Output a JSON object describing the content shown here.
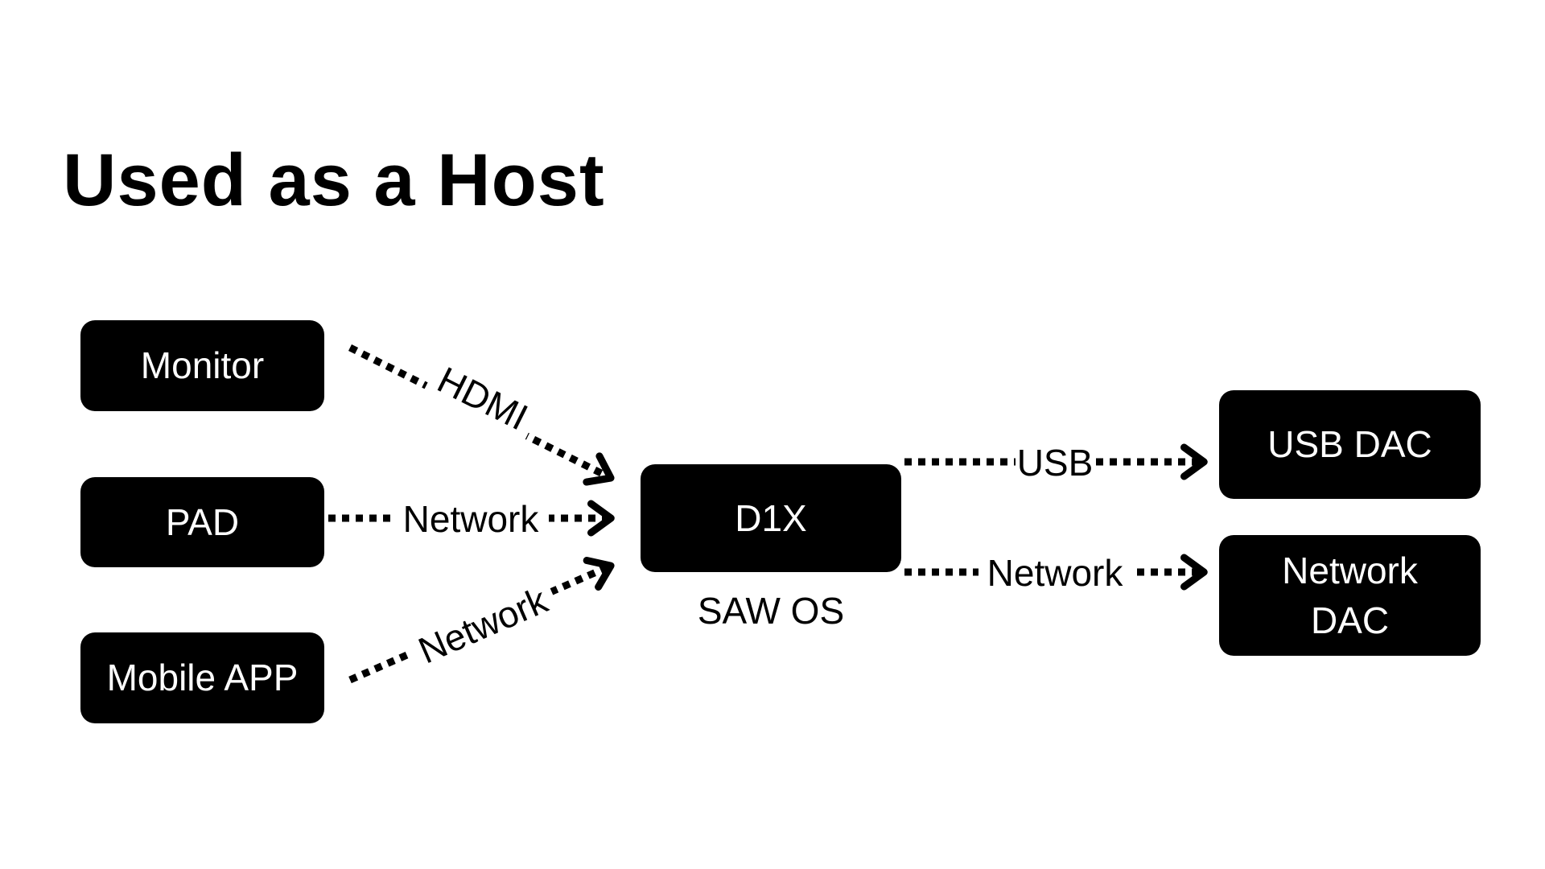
{
  "title": "Used as a Host",
  "nodes": {
    "monitor": "Monitor",
    "pad": "PAD",
    "mobile_app": "Mobile APP",
    "d1x": "D1X",
    "d1x_subtitle": "SAW OS",
    "usb_dac": "USB DAC",
    "network_dac_line1": "Network",
    "network_dac_line2": "DAC"
  },
  "links": [
    {
      "from": "Monitor",
      "to": "D1X",
      "label": "HDMI"
    },
    {
      "from": "PAD",
      "to": "D1X",
      "label": "Network"
    },
    {
      "from": "Mobile APP",
      "to": "D1X",
      "label": "Network"
    },
    {
      "from": "D1X",
      "to": "USB DAC",
      "label": "USB"
    },
    {
      "from": "D1X",
      "to": "Network DAC",
      "label": "Network"
    }
  ],
  "colors": {
    "node_fill": "#000000",
    "node_text": "#ffffff",
    "background": "#ffffff"
  }
}
